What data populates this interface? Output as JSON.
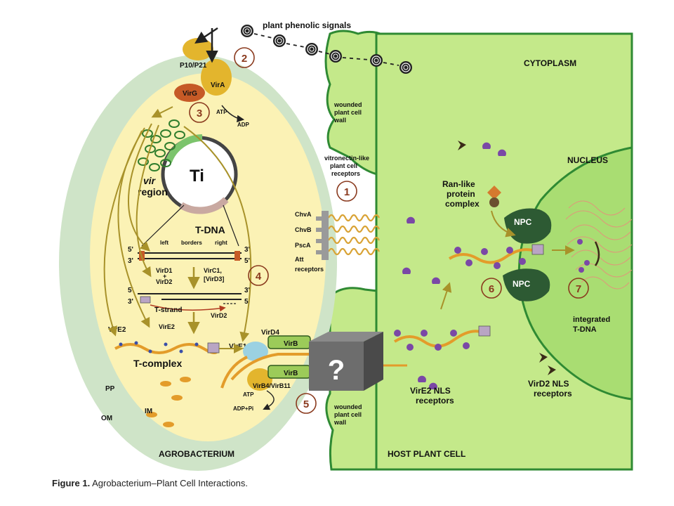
{
  "caption": {
    "prefix": "Figure 1.",
    "text": "Agrobacterium–Plant Cell Interactions."
  },
  "labels": {
    "signals": "plant phenolic signals",
    "p10p21": "P10/P21",
    "vira": "VirA",
    "virg": "VirG",
    "atp": "ATP",
    "adp": "ADP",
    "vir": "vir",
    "region": "region",
    "ti": "Ti",
    "tdna": "T-DNA",
    "left": "left",
    "borders": "borders",
    "right": "right",
    "five_prime": "5'",
    "three_prime": "3'",
    "vird1": "VirD1",
    "plus": "+",
    "vird2": "VirD2",
    "virc1": "VirC1,",
    "vird3": "[VirD3]",
    "tstrand": "T-strand",
    "vire2": "VirE2",
    "vire1": "VirE1",
    "tcomplex": "T-complex",
    "vird4": "VirD4",
    "virb": "VirB",
    "virb4": "VirB4/VirB11",
    "adp_pi": "ADP+Pi",
    "pp": "PP",
    "om": "OM",
    "im": "IM",
    "agro": "AGROBACTERIUM",
    "wounded1": "wounded",
    "wounded2": "plant cell",
    "wounded3": "wall",
    "vitro1": "vitronectin-like",
    "vitro2": "plant cell",
    "vitro3": "receptors",
    "chva": "ChvA",
    "chvb": "ChvB",
    "psca": "PscA",
    "att": "Att",
    "receptors": "receptors",
    "question": "?",
    "cytoplasm": "CYTOPLASM",
    "nucleus": "NUCLEUS",
    "ran1": "Ran-like",
    "ran2": "protein",
    "ran3": "complex",
    "npc": "NPC",
    "integrated": "integrated",
    "tdna_small": "T-DNA",
    "vire2nls1": "VirE2 NLS",
    "vire2nls2": "receptors",
    "vird2nls1": "VirD2 NLS",
    "vird2nls2": "receptors",
    "host": "HOST PLANT CELL"
  },
  "steps": [
    "1",
    "2",
    "3",
    "4",
    "5",
    "6",
    "7"
  ],
  "colors": {
    "plant_green": "#c4e98a",
    "plant_border": "#2f8a33",
    "nucleus_green": "#a9dd72",
    "bacterium_outer": "#cfe4c8",
    "bacterium_inner": "#fbf2b5",
    "step_circle": "#8a3a1e",
    "vir_protein": "#7a48a6",
    "tcomplex_orange": "#e39c2a",
    "arrow_olive": "#a8922a"
  }
}
